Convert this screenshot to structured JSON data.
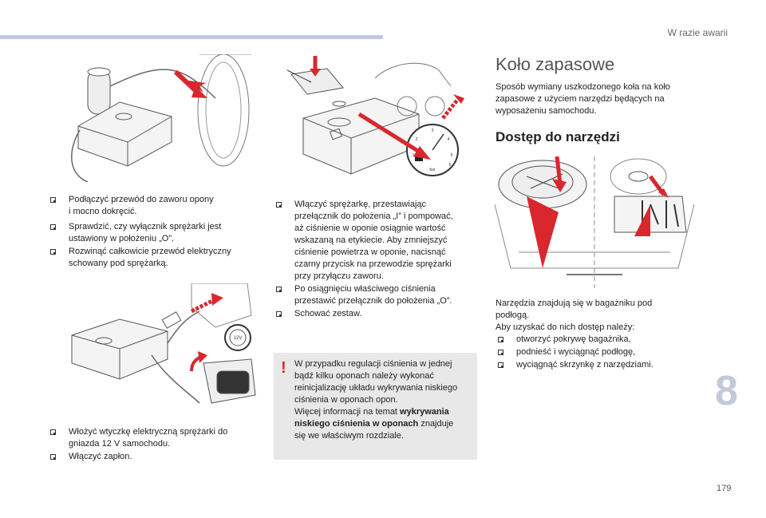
{
  "header": {
    "section": "W razie awarii"
  },
  "page_number": "179",
  "chapter_number": "8",
  "col1": {
    "steps_top": [
      "Podłączyć przewód do zaworu opony\ni mocno dokręcić.",
      "Sprawdzić, czy wyłącznik sprężarki jest\nustawiony w położeniu „O”.",
      "Rozwinąć całkowicie przewód elektryczny\nschowany pod sprężarką."
    ],
    "steps_bottom": [
      "Włożyć wtyczkę elektryczną sprężarki do\ngniazda 12 V samochodu.",
      "Włączyć zapłon."
    ],
    "socket_label": "12V"
  },
  "col2": {
    "steps": [
      "Włączyć sprężarkę, przestawiając\nprzełącznik do położenia „I” i pompować,\naż ciśnienie w oponie osiągnie wartość\nwskazaną na etykiecie. Aby zmniejszyć\nciśnienie powietrza w oponie, nacisnąć\nczarny przycisk na przewodzie sprężarki\nprzy przyłączu zaworu.",
      "Po osiągnięciu właściwego ciśnienia\nprzestawić przełącznik do położenia „O”.",
      "Schować zestaw."
    ],
    "gauge_unit": "bar",
    "gauge_ticks": [
      "1",
      "2",
      "3",
      "4",
      "5",
      "6"
    ],
    "note": {
      "text1": "W przypadku regulacji ciśnienia w jednej\nbądź kilku oponach należy wykonać\nreinicjalizację układu wykrywania niskiego\nciśnienia w oponach opon.\nWięcej informacji na temat ",
      "bold": "wykrywania\nniskiego ciśnienia w oponach",
      "text2": " znajduje\nsię we właściwym rozdziale."
    }
  },
  "col3": {
    "title": "Koło zapasowe",
    "intro": "Sposób wymiany uszkodzonego koła na koło\nzapasowe z użyciem narzędzi będących na\nwyposażeniu samochodu.",
    "subtitle": "Dostęp do narzędzi",
    "para": [
      "Narzędzia znajdują się w bagażniku pod\npodłogą.",
      "Aby uzyskać do nich dostęp należy:"
    ],
    "steps": [
      "otworzyć pokrywę bagażnika,",
      "podnieść i wyciągnąć podłogę,",
      "wyciągnąć skrzynkę z narzędziami."
    ]
  },
  "colors": {
    "accent_bar": "#c3c9dc",
    "warning": "#d9272e",
    "note_bg": "#e8e8e8"
  }
}
